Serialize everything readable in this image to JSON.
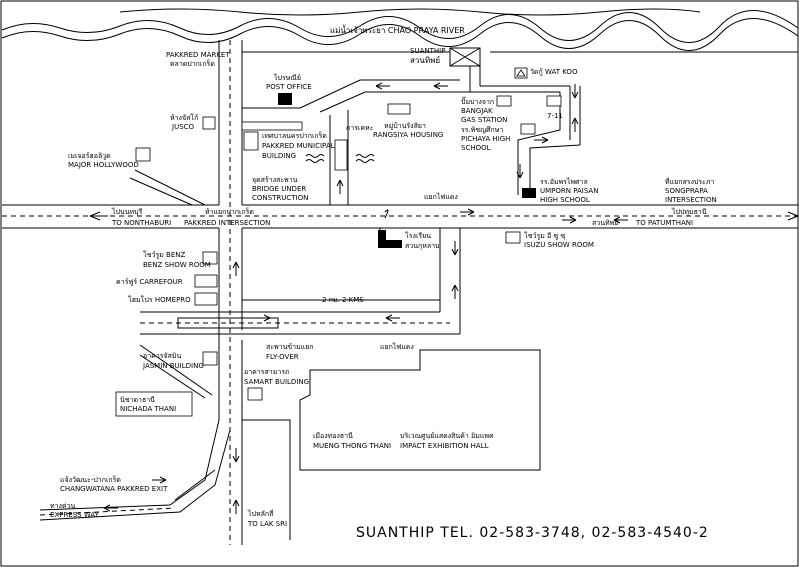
{
  "title": "SUANTHIP  TEL. 02-583-3748, 02-583-4540-2",
  "river": {
    "label": "แม่น้ำเจ้าพระยา CHAO PRAYA RIVER"
  },
  "labels": {
    "pakkred_market_en": "PAKKRED MARKET",
    "pakkred_market_th": "ตลาดปากเกร็ด",
    "suanthip_en": "SUANTHIP",
    "suanthip_th": "สวนทิพย์",
    "wat_koo": "วัดกู้ WAT KOO",
    "post_office_th": "ไปรษณีย์",
    "post_office_en": "POST OFFICE",
    "jusco_th": "ห้างจัสโก้",
    "jusco_en": "JUSCO",
    "bangjak_th": "ปั๊มบางจาก",
    "bangjak_en1": "BANGJAK",
    "bangjak_en2": "GAS STATION",
    "seven_eleven": "7-11",
    "pichaya_th": "รร.พิชญศึกษา",
    "pichaya_en1": "PICHAYA HIGH",
    "pichaya_en2": "SCHOOL",
    "municipal_th": "เทศบาลนครปากเกร็ด",
    "municipal_en1": "PAKKRED MUNICIPAL",
    "municipal_en2": "BUILDING",
    "kanakha": "การเคหะ",
    "rangsiya_th": "หมู่บ้านรังสิยา",
    "rangsiya_en": "RANGSIYA HOUSING",
    "major_th": "เมเจอร์ฮอลิวูด",
    "major_en": "MAJOR HOLLYWOOD",
    "bridge_th": "จุดสร้างสะพาน",
    "bridge_en1": "BRIDGE UNDER",
    "bridge_en2": "CONSTRUCTION",
    "traffic_light_1": "แยกไฟแดง",
    "umporn_th": "รร.อัมพรไพศาล",
    "umporn_en1": "UMPORN PAISAN",
    "umporn_en2": "HIGH SCHOOL",
    "songprapa_th": "ที่แยกสรงประภา",
    "songprapa_en1": "SONGPRAPA",
    "songprapa_en2": "INTERSECTION",
    "to_nonthaburi_th": "ไปนนทบุรี",
    "to_nonthaburi_en": "TO NONTHABURI",
    "pakkred_int_th": "ห้าแยกปากเกร็ด",
    "pakkred_int_en": "PAKKRED INTERSECTION",
    "to_pathumthani_th": "ไปปทุมธานี",
    "to_pathumthani_en": "TO PATUMTHANI",
    "suanthip_th2": "สวนทิพย์",
    "school_th": "โรงเรียน",
    "school_th2": "สวนกุหลาบ",
    "isuzu_th": "โชว์รูม อี ซู ซุ",
    "isuzu_en": "ISUZU SHOW ROOM",
    "benz_th": "โชว์รูม BENZ",
    "benz_en": "BENZ SHOW ROOM",
    "carrefour": "คาร์ฟูร์ CARREFOUR",
    "homepro": "โฮมโปร HOMEPRO",
    "distance": "2 กม. 2 KMS",
    "traffic_light_2": "แยกไฟแดง",
    "flyover_th": "สะพานข้ามแยก",
    "flyover_en": "FLY-OVER",
    "jasmin_th": "อาคารจัสมิน",
    "jasmin_en": "JASMIN BUILDING",
    "samart_th": "อาคารสามารถ",
    "samart_en": "SAMART BUILDING",
    "nichada_th": "นิชาดาธานี",
    "nichada_en": "NICHADA THANI",
    "mueng_th": "เมืองทองธานี",
    "mueng_en": "MUENG THONG THANI",
    "impact_th": "บริเวณศูนย์แสดงสินค้า อิมแพค",
    "impact_en": "IMPACT EXHIBITION HALL",
    "changwatana_th": "แจ้งวัฒนะ-ปากเกร็ด",
    "changwatana_en": "CHANGWATANA PAKKRED EXIT",
    "expressway_th": "ทางด่วน",
    "expressway_en": "EXPRESS WAY",
    "lak_si_th": "ไปหลักสี่",
    "lak_si_en": "TO LAK SRI"
  }
}
